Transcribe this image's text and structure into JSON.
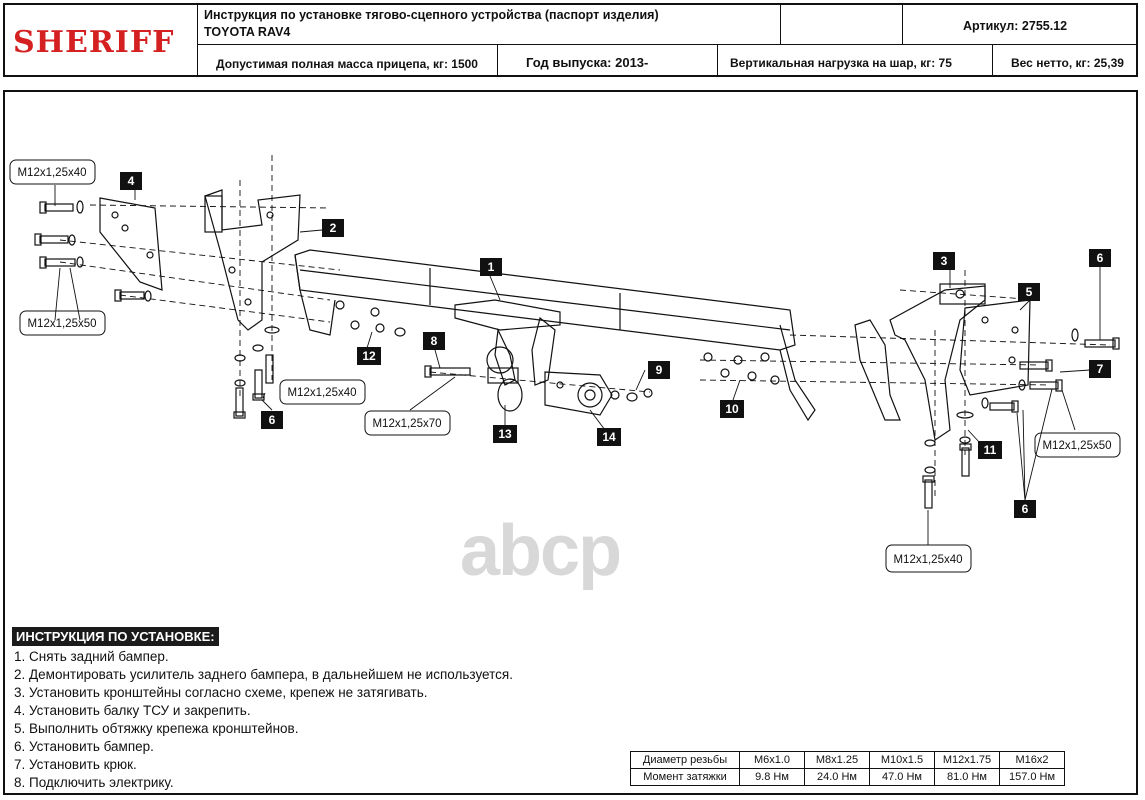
{
  "header": {
    "logo": "SHERIFF",
    "title": "Инструкция по установке тягово-сцепного устройства (паспорт изделия)",
    "model": "TOYOTA RAV4",
    "article": "Артикул: 2755.12",
    "max_mass": "Допустимая полная масса прицепа, кг: 1500",
    "year": "Год выпуска: 2013-",
    "vertical_load": "Вертикальная нагрузка на шар, кг: 75",
    "net_weight": "Вес нетто, кг: 25,39"
  },
  "diagram": {
    "callouts": [
      "1",
      "2",
      "3",
      "4",
      "5",
      "6",
      "6",
      "6",
      "7",
      "8",
      "9",
      "10",
      "11",
      "12",
      "13",
      "14"
    ],
    "bolt_labels": {
      "b1": "M12x1,25x40",
      "b2": "M12x1,25x50",
      "b3": "M12x1,25x40",
      "b4": "M12x1,25x70",
      "b5": "M12x1,25x50",
      "b6": "M12x1,25x40"
    },
    "watermark": "abcp"
  },
  "instructions": {
    "title": "ИНСТРУКЦИЯ ПО УСТАНОВКЕ:",
    "steps": [
      "1. Снять задний бампер.",
      "2. Демонтировать усилитель заднего бампера, в дальнейшем не используется.",
      "3. Установить кронштейны согласно схеме, крепеж не затягивать.",
      "4. Установить балку ТСУ и закрепить.",
      "5. Выполнить обтяжку крепежа кронштейнов.",
      "6. Установить бампер.",
      "7. Установить крюк.",
      "8. Подключить электрику."
    ]
  },
  "torque_table": {
    "row1_label": "Диаметр резьбы",
    "row2_label": "Момент затяжки",
    "threads": [
      "M6x1.0",
      "M8x1.25",
      "M10x1.5",
      "M12x1.75",
      "M16x2"
    ],
    "torques": [
      "9.8 Нм",
      "24.0 Нм",
      "47.0 Нм",
      "81.0 Нм",
      "157.0 Нм"
    ]
  }
}
